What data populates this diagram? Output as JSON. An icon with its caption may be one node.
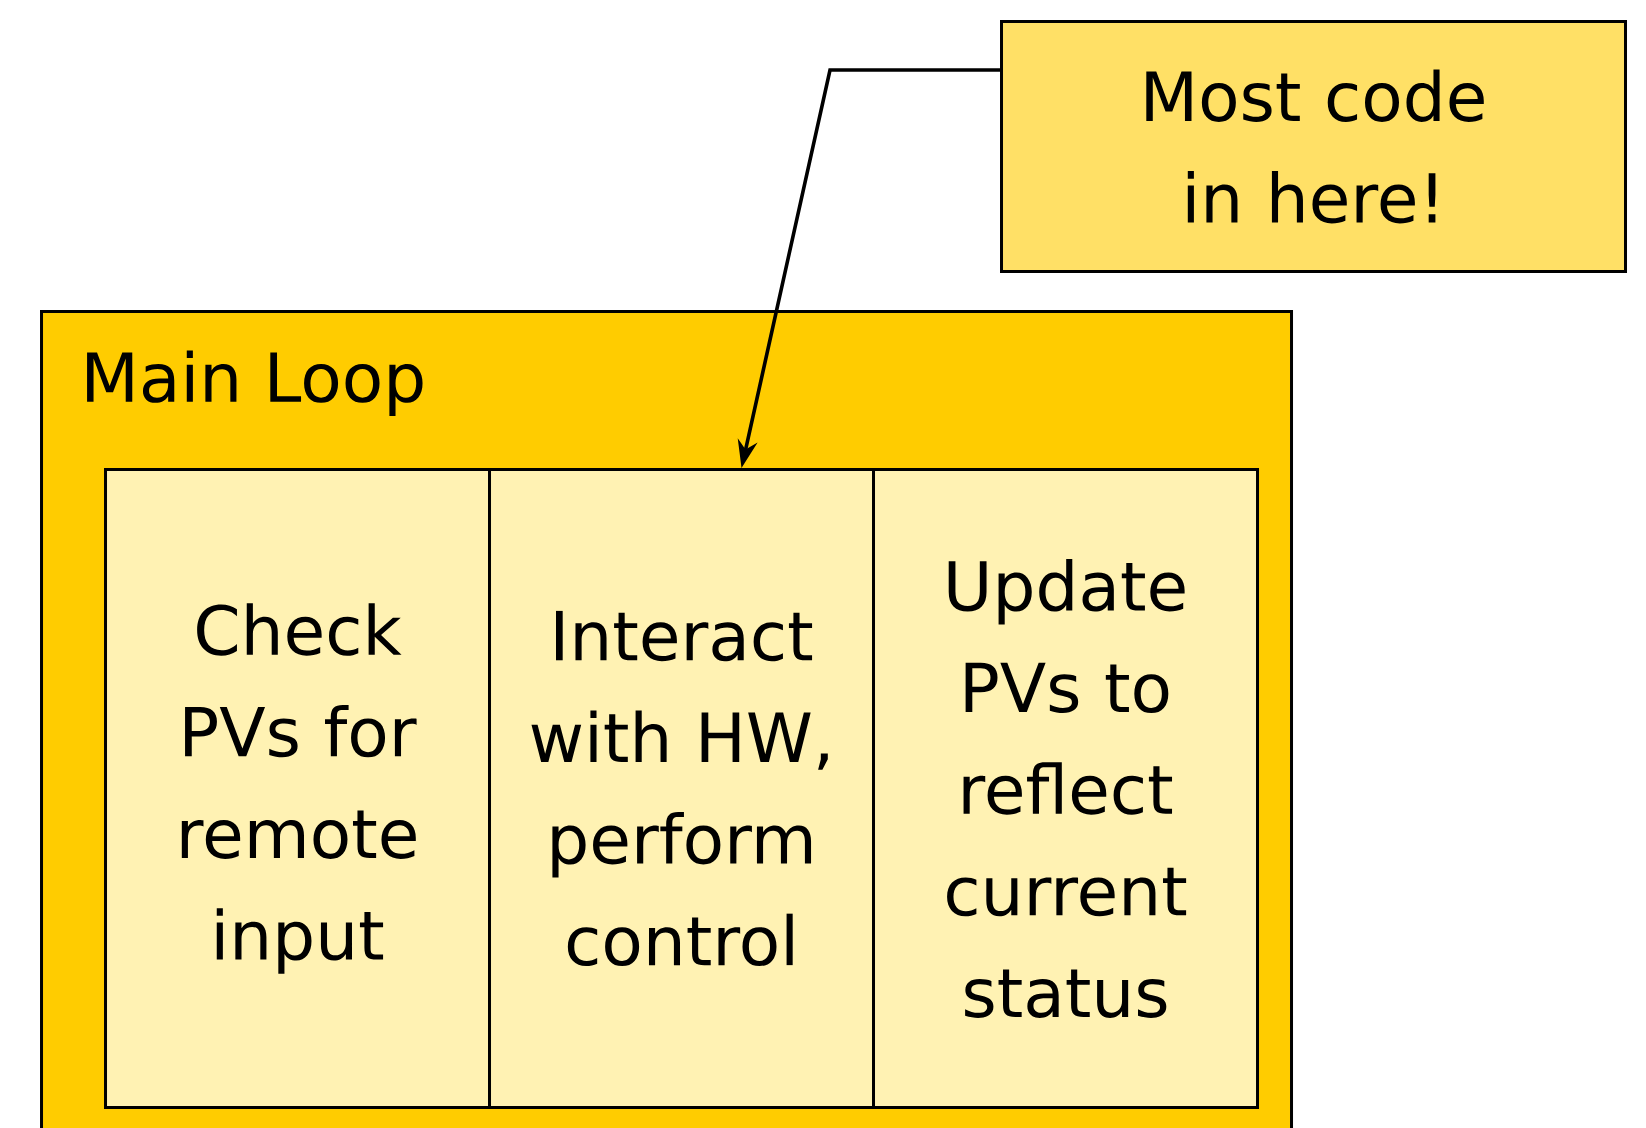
{
  "diagram": {
    "nodes": [
      {
        "text": [
          "Most code in here!"
        ]
      },
      {
        "text": [
          "Main Loop"
        ]
      },
      {
        "text": [
          "Check PVs for remote input"
        ],
        "in": 1
      },
      {
        "text": [
          "Interact with HW, perform control"
        ],
        "in": 1
      },
      {
        "text": [
          "Update PVs to reflect current status"
        ],
        "in": 1
      }
    ],
    "edges": [
      {
        "from": 0,
        "to": 3,
        "arrow": "to"
      }
    ]
  }
}
